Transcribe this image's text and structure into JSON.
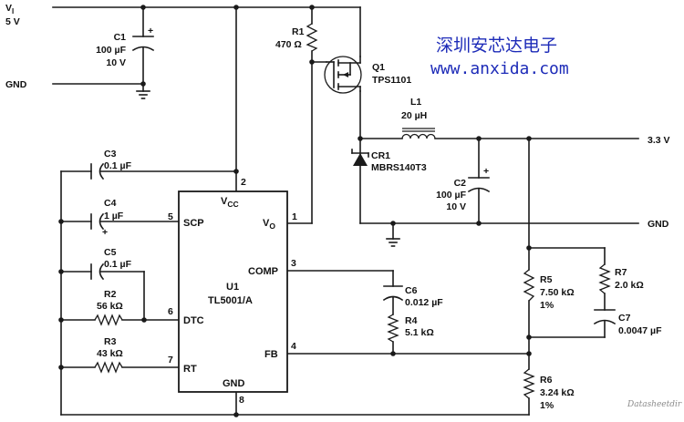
{
  "watermark": {
    "cn": "深圳安芯达电子",
    "url": "www.anxida.com"
  },
  "footer": "Datasheetdir",
  "supply": {
    "label": "V",
    "sub": "I",
    "value": "5 V"
  },
  "gnd_in": "GND",
  "out_v": "3.3 V",
  "out_gnd": "GND",
  "c1": {
    "ref": "C1",
    "value": "100 µF",
    "rating": "10 V",
    "plus": "+"
  },
  "r1": {
    "ref": "R1",
    "value": "470 Ω"
  },
  "q1": {
    "ref": "Q1",
    "part": "TPS1101"
  },
  "l1": {
    "ref": "L1",
    "value": "20 µH"
  },
  "cr1": {
    "ref": "CR1",
    "part": "MBRS140T3"
  },
  "c2": {
    "ref": "C2",
    "value": "100 µF",
    "rating": "10 V",
    "plus": "+"
  },
  "c3": {
    "ref": "C3",
    "value": "0.1 µF"
  },
  "c4": {
    "ref": "C4",
    "value": "1 µF",
    "plus": "+"
  },
  "c5": {
    "ref": "C5",
    "value": "0.1 µF"
  },
  "r2": {
    "ref": "R2",
    "value": "56 kΩ"
  },
  "r3": {
    "ref": "R3",
    "value": "43 kΩ"
  },
  "c6": {
    "ref": "C6",
    "value": "0.012 µF"
  },
  "r4": {
    "ref": "R4",
    "value": "5.1 kΩ"
  },
  "r5": {
    "ref": "R5",
    "value": "7.50 kΩ",
    "tol": "1%"
  },
  "r6": {
    "ref": "R6",
    "value": "3.24 kΩ",
    "tol": "1%"
  },
  "r7": {
    "ref": "R7",
    "value": "2.0 kΩ"
  },
  "c7": {
    "ref": "C7",
    "value": "0.0047 µF"
  },
  "u1": {
    "ref": "U1",
    "part": "TL5001/A",
    "vcc": "V",
    "vcc_sub": "CC",
    "vo": "V",
    "vo_sub": "O",
    "scp": "SCP",
    "dtc": "DTC",
    "rt": "RT",
    "comp": "COMP",
    "fb": "FB",
    "gnd": "GND",
    "pins": {
      "vcc": "2",
      "vo": "1",
      "scp": "5",
      "dtc": "6",
      "rt": "7",
      "comp": "3",
      "fb": "4",
      "gnd": "8"
    }
  }
}
